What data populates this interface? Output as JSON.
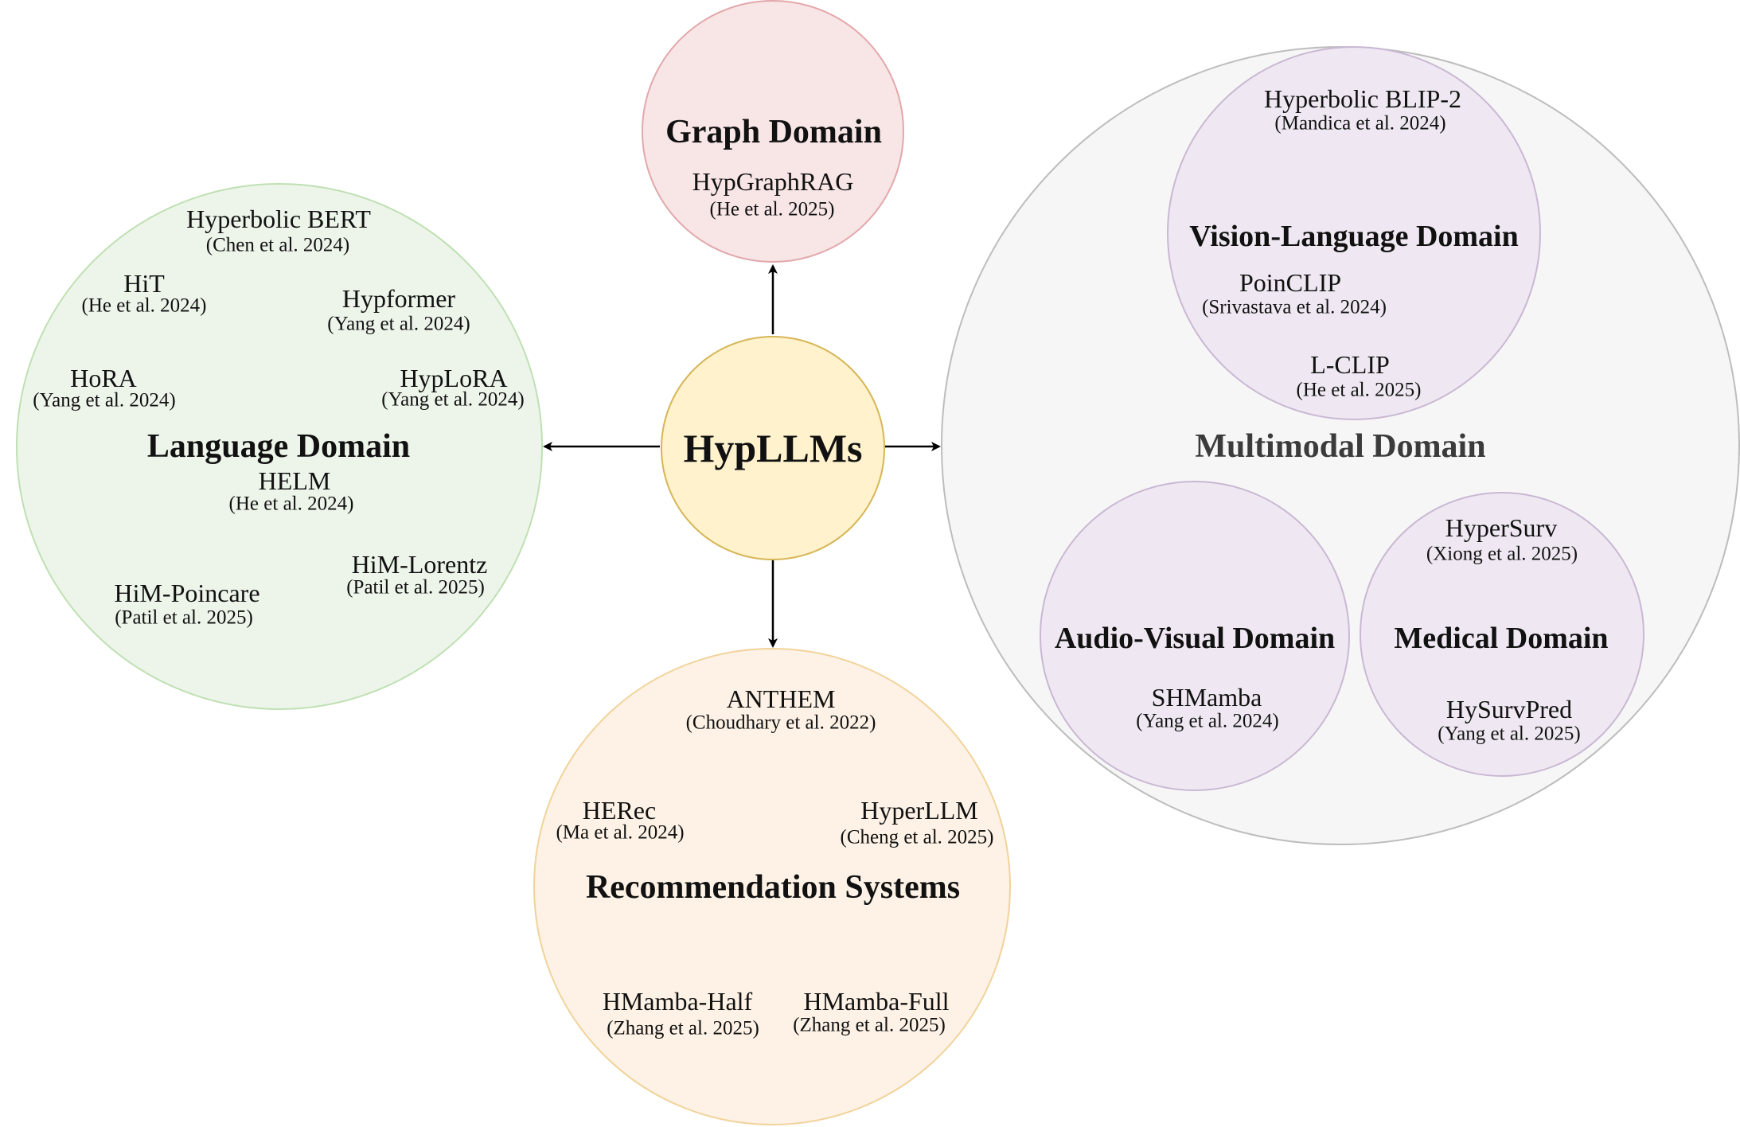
{
  "colors": {
    "center_fill": "#fff2cc",
    "center_stroke": "#d6b656",
    "graph_fill": "#f8e5e6",
    "graph_stroke": "#e2a8ab",
    "language_fill": "#edf5ea",
    "language_stroke": "#bfe0b3",
    "rec_fill": "#fdf2e5",
    "rec_stroke": "#f1d39a",
    "multi_fill": "#f7f6f7",
    "multi_stroke": "#bdbdbd",
    "multi_title": "#3b3b3b",
    "sub_fill": "#efe8f2",
    "sub_stroke": "#c9b8d3"
  },
  "center": {
    "title": "HypLLMs"
  },
  "graph": {
    "title": "Graph Domain",
    "items": [
      {
        "name": "HypGraphRAG",
        "cite": "(He et al. 2025)"
      }
    ]
  },
  "language": {
    "title": "Language Domain",
    "items": [
      {
        "name": "Hyperbolic BERT",
        "cite": "(Chen et al. 2024)"
      },
      {
        "name": "HiT",
        "cite": "(He et al. 2024)"
      },
      {
        "name": "Hypformer",
        "cite": "(Yang et al. 2024)"
      },
      {
        "name": "HoRA",
        "cite": "(Yang et al. 2024)"
      },
      {
        "name": "HypLoRA",
        "cite": "(Yang et al. 2024)"
      },
      {
        "name": "HELM",
        "cite": "(He et al. 2024)"
      },
      {
        "name": "HiM-Lorentz",
        "cite": "(Patil et al. 2025)"
      },
      {
        "name": "HiM-Poincare",
        "cite": "(Patil et al. 2025)"
      }
    ]
  },
  "recommendation": {
    "title": "Recommendation Systems",
    "items": [
      {
        "name": "ANTHEM",
        "cite": "(Choudhary et al. 2022)"
      },
      {
        "name": "HERec",
        "cite": "(Ma et al. 2024)"
      },
      {
        "name": "HyperLLM",
        "cite": "(Cheng et al. 2025)"
      },
      {
        "name": "HMamba-Half",
        "cite": "(Zhang et al. 2025)"
      },
      {
        "name": "HMamba-Full",
        "cite": "(Zhang et al. 2025)"
      }
    ]
  },
  "multimodal": {
    "title": "Multimodal Domain",
    "vision_language": {
      "title": "Vision-Language Domain",
      "items": [
        {
          "name": "Hyperbolic BLIP-2",
          "cite": "(Mandica et al. 2024)"
        },
        {
          "name": "PoinCLIP",
          "cite": "(Srivastava et al. 2024)"
        },
        {
          "name": "L-CLIP",
          "cite": "(He et al. 2025)"
        }
      ]
    },
    "audio_visual": {
      "title": "Audio-Visual Domain",
      "items": [
        {
          "name": "SHMamba",
          "cite": "(Yang et al. 2024)"
        }
      ]
    },
    "medical": {
      "title": "Medical Domain",
      "items": [
        {
          "name": "HyperSurv",
          "cite": "(Xiong et al. 2025)"
        },
        {
          "name": "HySurvPred",
          "cite": "(Yang et al. 2025)"
        }
      ]
    }
  }
}
